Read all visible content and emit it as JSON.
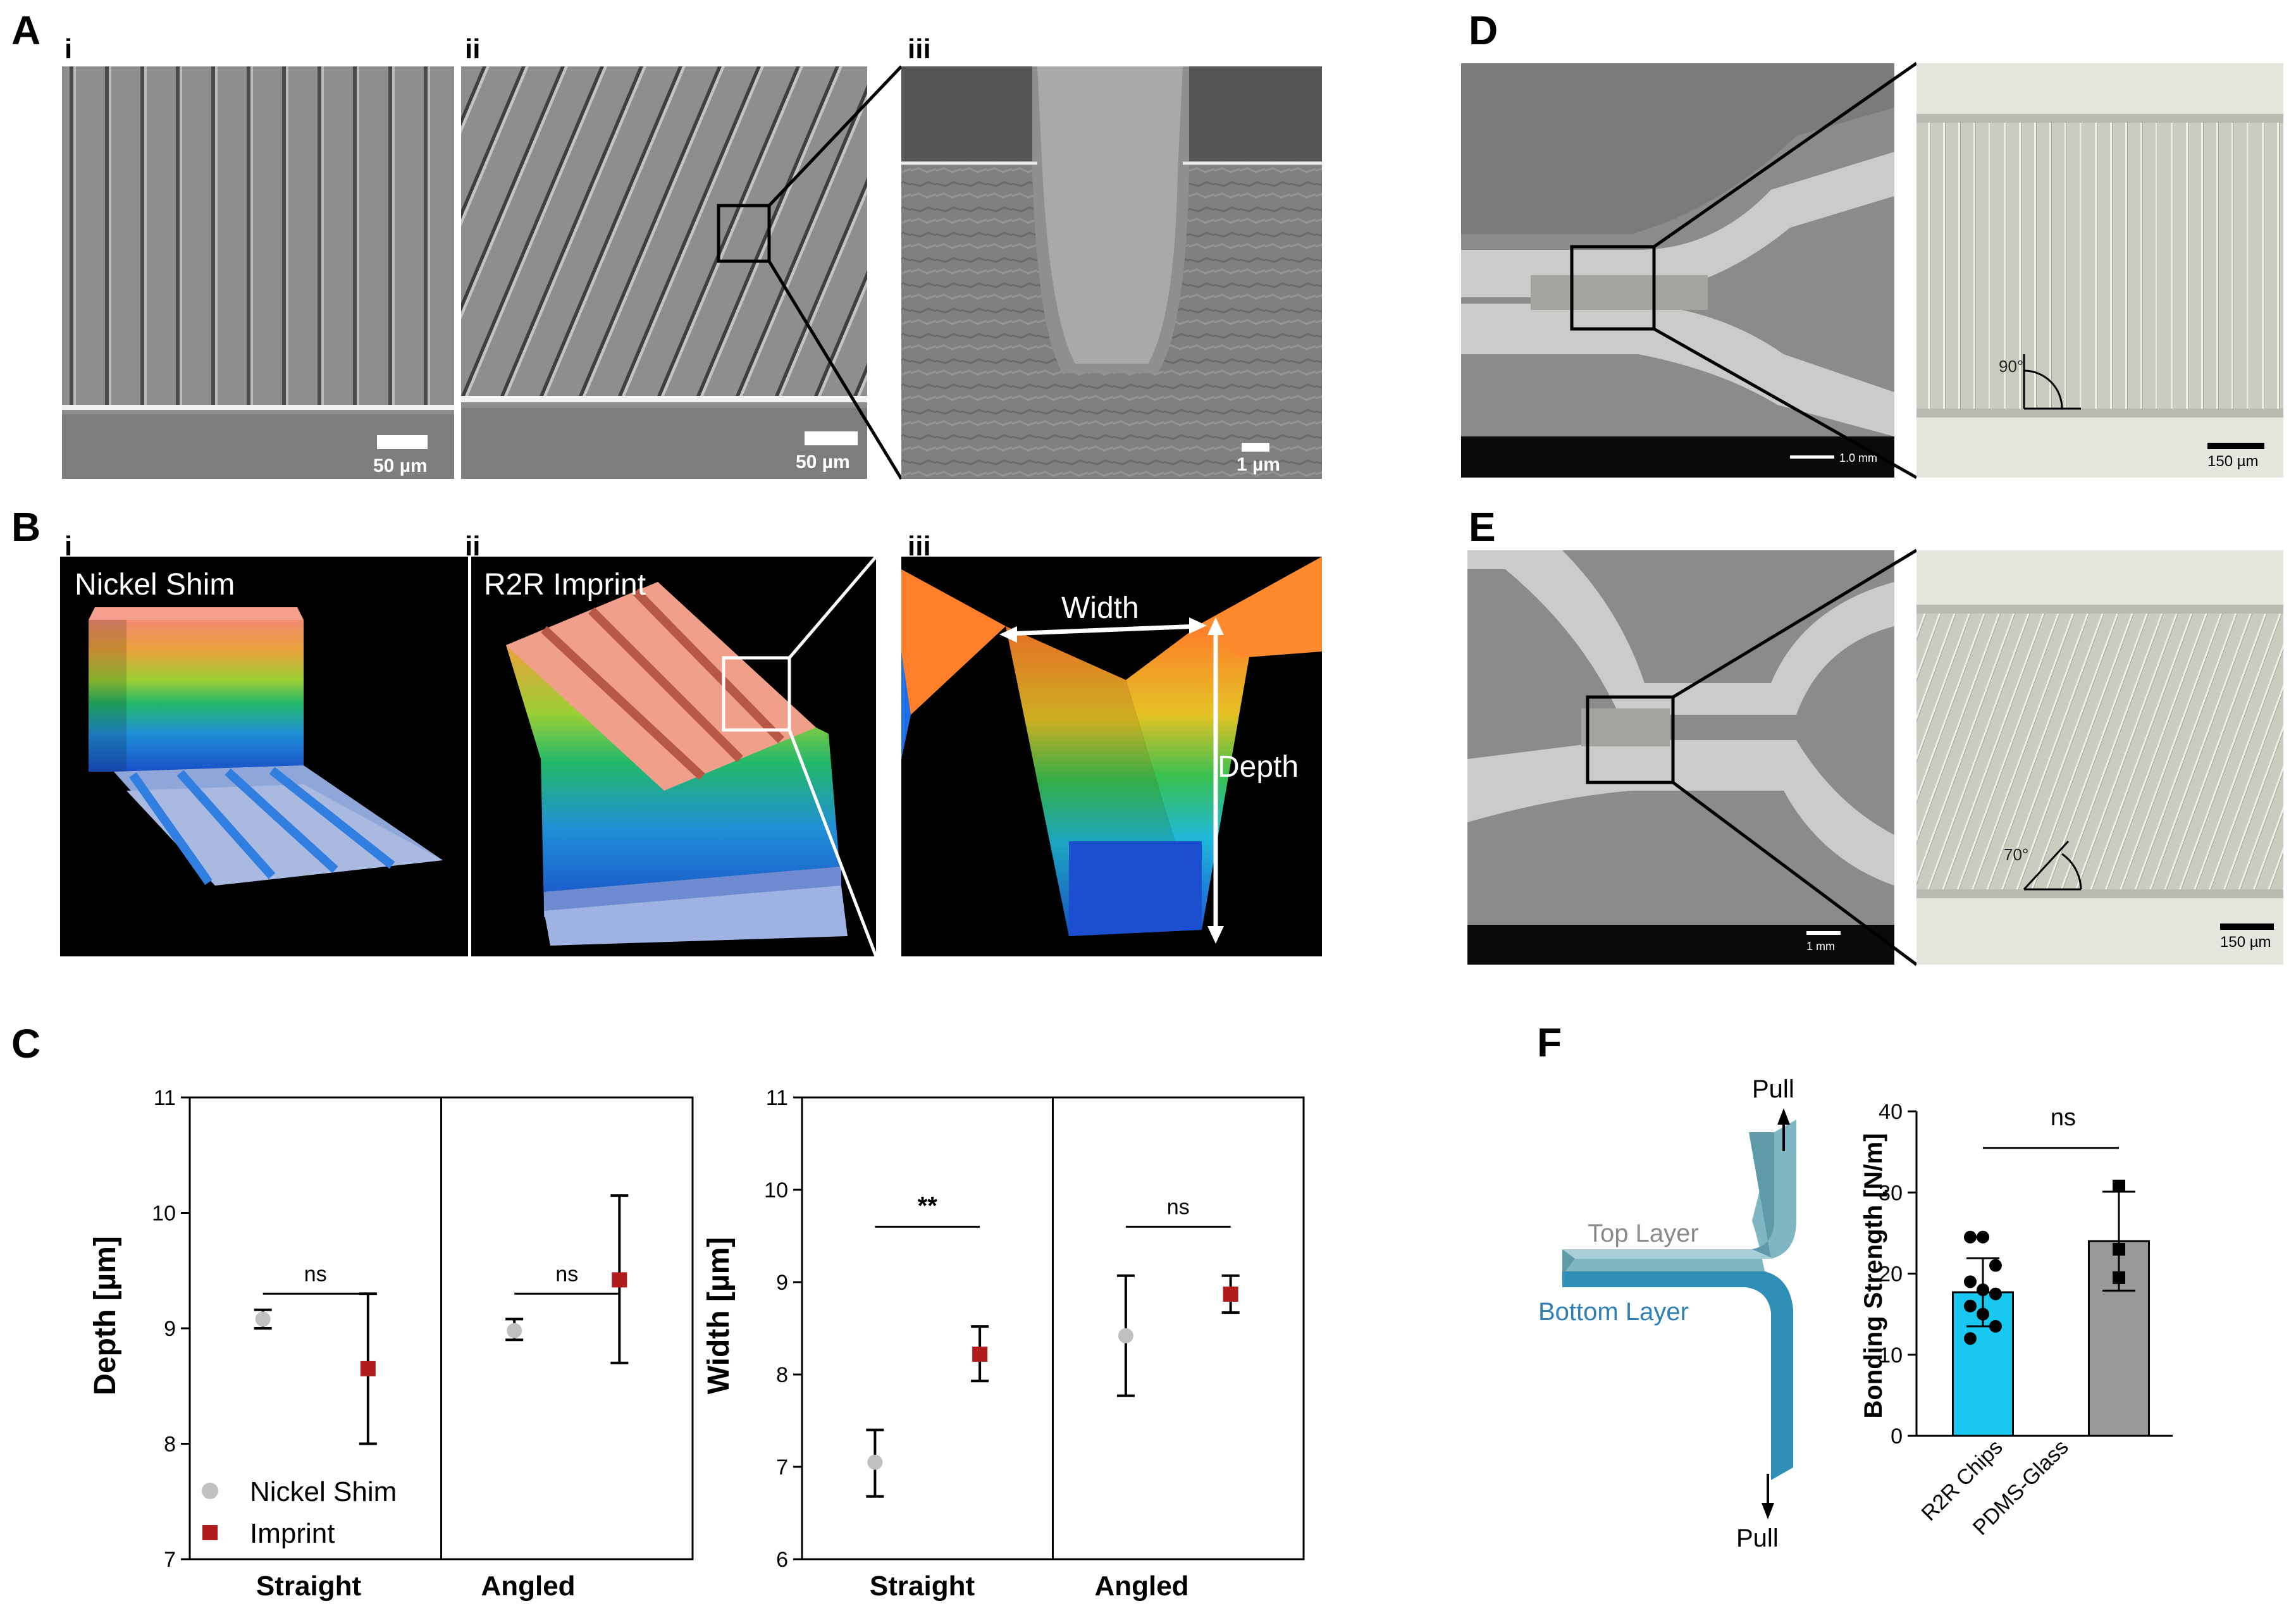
{
  "panels": {
    "A": {
      "letter": "A",
      "sub": [
        "i",
        "ii",
        "iii"
      ],
      "scales": [
        "50 µm",
        "50 µm",
        "1 µm"
      ]
    },
    "B": {
      "letter": "B",
      "sub": [
        "i",
        "ii",
        "iii"
      ],
      "labels": [
        "Nickel Shim",
        "R2R Imprint"
      ],
      "width_label": "Width",
      "depth_label": "Depth"
    },
    "C": {
      "letter": "C"
    },
    "D": {
      "letter": "D",
      "scale_right": "150 µm",
      "scale_left": "1.0 mm",
      "angle": "90°"
    },
    "E": {
      "letter": "E",
      "scale_right": "150 µm",
      "scale_left": "1 mm",
      "angle": "70°"
    },
    "F": {
      "letter": "F",
      "pull_top": "Pull",
      "pull_bottom": "Pull",
      "top_layer": "Top Layer",
      "bottom_layer": "Bottom Layer"
    }
  },
  "legend": {
    "shim": "Nickel Shim",
    "imprint": "Imprint"
  },
  "colors": {
    "shim": "#c0c0c0",
    "imprint": "#b01c1c",
    "r2r_bar": "#19c8f0",
    "pdms_bar": "#999999",
    "top_layer": "#7fb6c2",
    "bottom_layer": "#2f8fb7"
  },
  "chart_data": [
    {
      "type": "scatter",
      "ylabel": "Depth [µm]",
      "ylim": [
        7,
        11
      ],
      "yticks": [
        "7",
        "8",
        "9",
        "10",
        "11"
      ],
      "categories": [
        "Straight",
        "Angled"
      ],
      "series": [
        {
          "name": "Nickel Shim",
          "values": [
            9.08,
            8.98
          ],
          "err_low": [
            9.0,
            8.9
          ],
          "err_high": [
            9.16,
            9.08
          ]
        },
        {
          "name": "Imprint",
          "values": [
            8.65,
            9.42
          ],
          "err_low": [
            8.0,
            8.7
          ],
          "err_high": [
            9.3,
            10.15
          ]
        }
      ],
      "significance": [
        "ns",
        "ns"
      ],
      "sig_y": [
        9.3,
        9.3
      ]
    },
    {
      "type": "scatter",
      "ylabel": "Width [µm]",
      "ylim": [
        6,
        11
      ],
      "yticks": [
        "6",
        "7",
        "8",
        "9",
        "10",
        "11"
      ],
      "categories": [
        "Straight",
        "Angled"
      ],
      "series": [
        {
          "name": "Nickel Shim",
          "values": [
            7.05,
            8.42
          ],
          "err_low": [
            6.68,
            7.77
          ],
          "err_high": [
            7.4,
            9.07
          ]
        },
        {
          "name": "Imprint",
          "values": [
            8.22,
            8.87
          ],
          "err_low": [
            7.93,
            8.67
          ],
          "err_high": [
            8.52,
            9.07
          ]
        }
      ],
      "significance": [
        "**",
        "ns"
      ],
      "sig_y": [
        9.6,
        9.6
      ]
    },
    {
      "type": "bar",
      "ylabel": "Bonding Strength [N/m]",
      "ylim": [
        0,
        40
      ],
      "yticks": [
        "0",
        "10",
        "20",
        "30",
        "40"
      ],
      "categories": [
        "R2R Chips",
        "PDMS-Glass"
      ],
      "values": [
        17.7,
        24.0
      ],
      "err": [
        4.2,
        6.1
      ],
      "points": [
        [
          24.5,
          24.5,
          21.0,
          19.0,
          18.0,
          17.5,
          16.0,
          15.0,
          13.5,
          12.0
        ],
        [
          30.8,
          23.0,
          19.5
        ]
      ],
      "significance": "ns"
    }
  ]
}
